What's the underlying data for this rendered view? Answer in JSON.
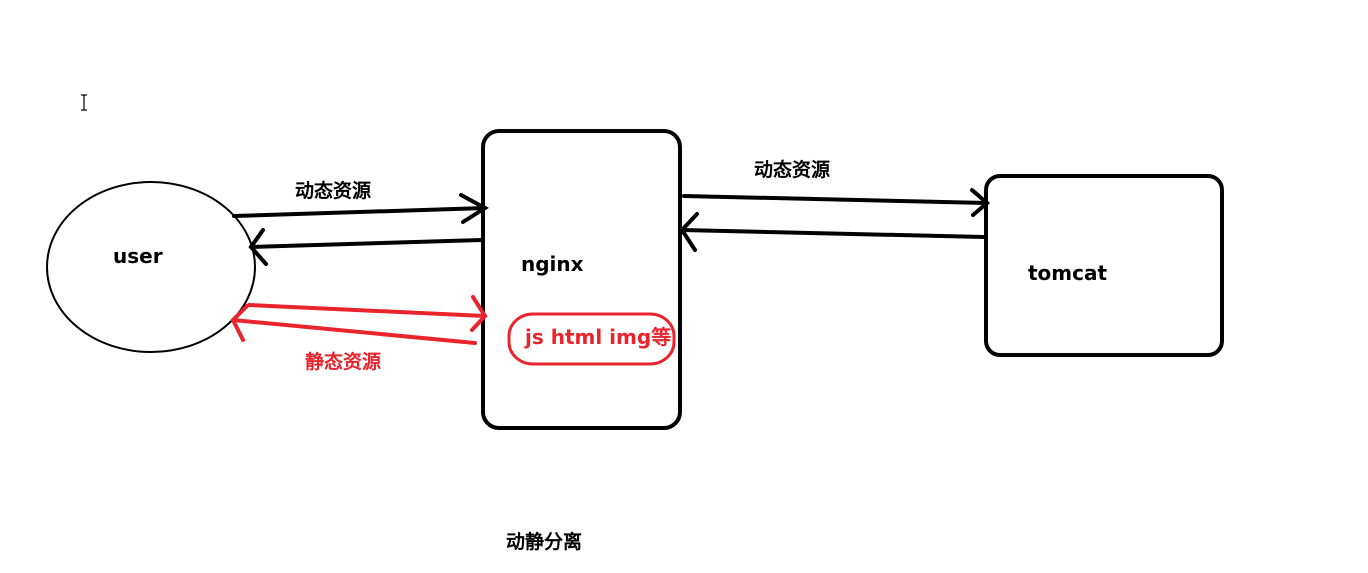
{
  "nodes": {
    "user": {
      "label": "user"
    },
    "nginx": {
      "label": "nginx"
    },
    "tomcat": {
      "label": "tomcat"
    }
  },
  "labels": {
    "dynamic_left": "动态资源",
    "dynamic_right": "动态资源",
    "static_left": "静态资源",
    "nginx_static_note": "js html img等"
  },
  "caption": "动静分离",
  "colors": {
    "stroke": "#000000",
    "highlight": "#e8242c",
    "background": "#ffffff"
  }
}
